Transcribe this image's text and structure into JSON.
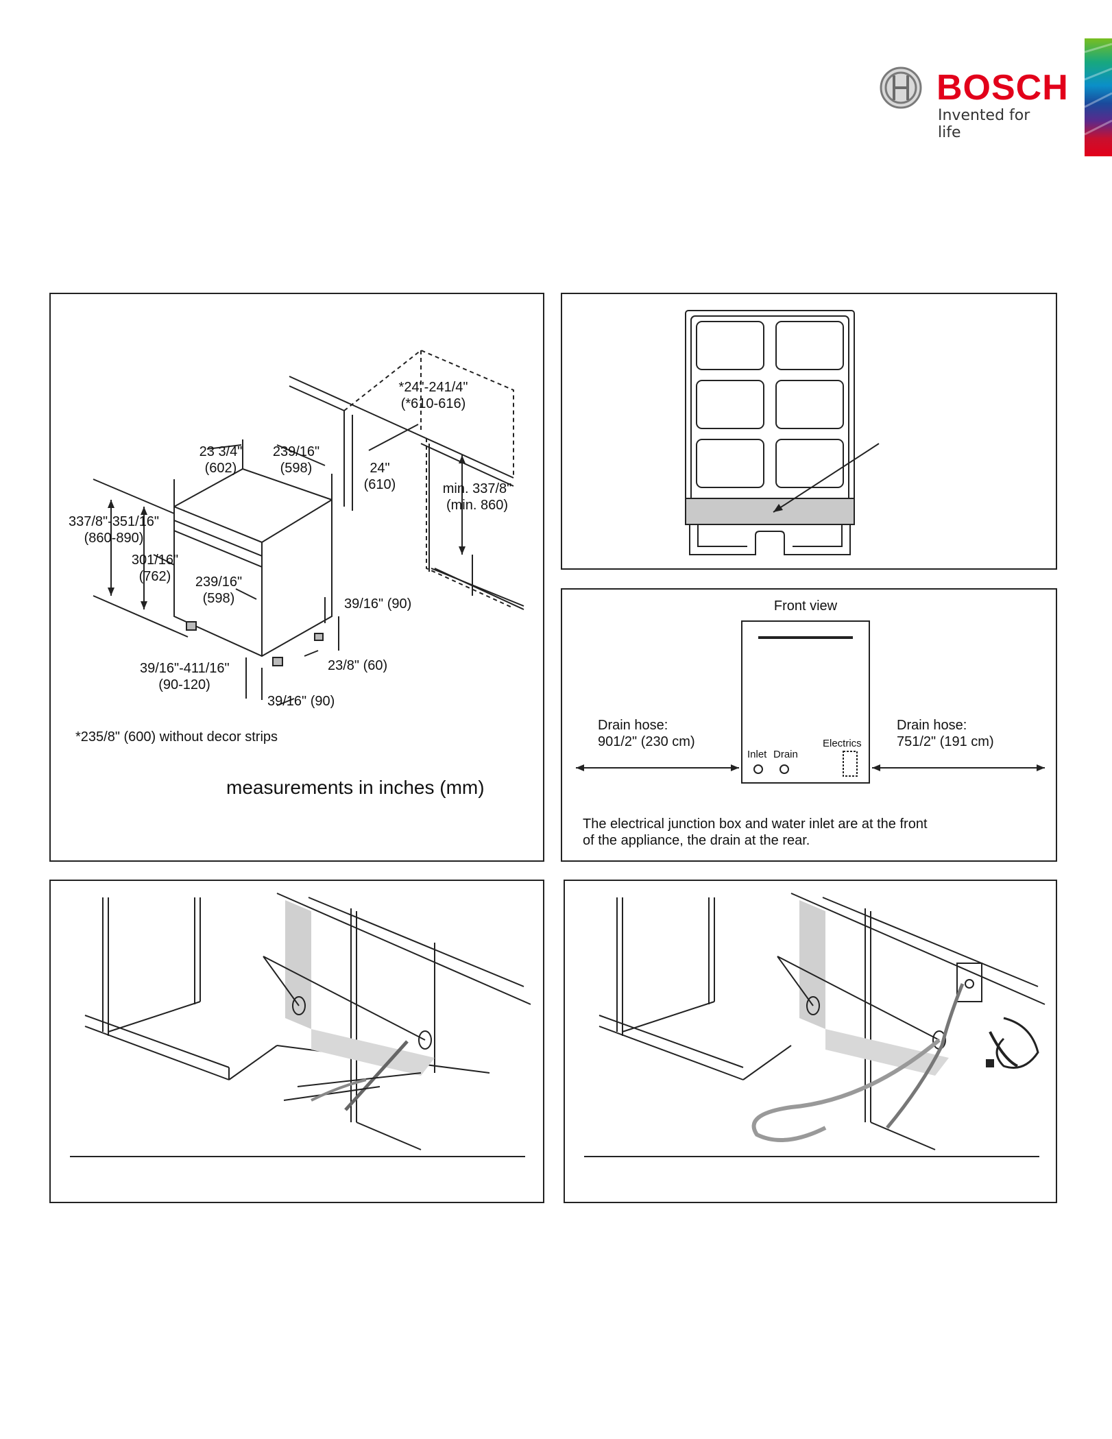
{
  "brand": {
    "name": "BOSCH",
    "tagline": "Invented for life",
    "colors": {
      "red": "#e2001a",
      "grey": "#8a8a8a"
    }
  },
  "dimensions_panel": {
    "width_top_in": "23 3/4\"",
    "width_top_mm": "(602)",
    "depth_top_in": "239/16\"",
    "depth_top_mm": "(598)",
    "niche_width_in": "*24\"-241/4\"",
    "niche_width_mm": "(*610-616)",
    "niche_depth_in": "24\"",
    "niche_depth_mm": "(610)",
    "niche_height_in": "min. 337/8\"",
    "niche_height_mm": "(min. 860)",
    "height_in": "337/8\"-351/16\"",
    "height_mm": "(860-890)",
    "body_height_in": "301/16\"",
    "body_height_mm": "(762)",
    "door_width_in": "239/16\"",
    "door_width_mm": "(598)",
    "recess_height": "39/16\" (90)",
    "foot_height": "23/8\" (60)",
    "plinth_range_in": "39/16\"-411/16\"",
    "plinth_range_mm": "(90-120)",
    "plinth_depth": "39/16\" (90)",
    "footnote": "*235/8\" (600) without decor strips",
    "units_note": "measurements in inches (mm)"
  },
  "front_view_panel": {
    "title": "Front view",
    "left_hose_label": "Drain hose:",
    "left_hose_value": "901/2\" (230 cm)",
    "right_hose_label": "Drain hose:",
    "right_hose_value": "751/2\" (191 cm)",
    "inlet_label": "Inlet",
    "drain_label": "Drain",
    "electrics_label": "Electrics",
    "note_line1": "The electrical junction box and water inlet are at the front",
    "note_line2": "of the appliance, the drain at the rear."
  }
}
